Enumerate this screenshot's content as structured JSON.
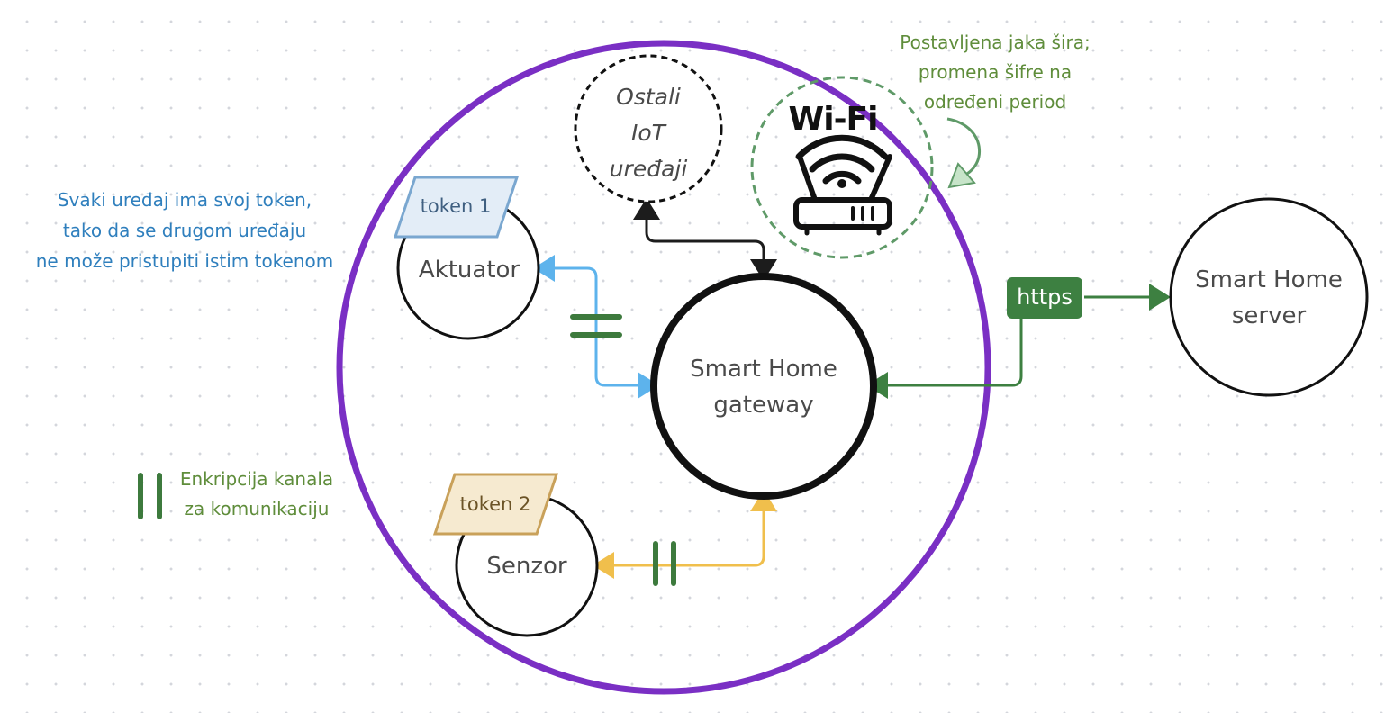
{
  "nodes": {
    "gateway": "Smart Home\ngateway",
    "server": "Smart Home\nserver",
    "actuator": "Aktuator",
    "sensor": "Senzor",
    "other_iot": "Ostali\nIoT\nuređaji",
    "wifi": "Wi-Fi"
  },
  "tokens": {
    "token1": "token 1",
    "token2": "token 2"
  },
  "labels": {
    "https": "https"
  },
  "notes": {
    "token_note": "Svaki uređaj ima svoj token,\ntako da se drugom uređaju\nne može pristupiti istim tokenom",
    "wifi_note": "Postavljena jaka šira;\npromena šifre na\nodređeni period",
    "encryption_legend": "Enkripcija kanala\nza komunikaciju"
  },
  "icons": {
    "router": "wifi-router-icon",
    "encryption": "encryption-bars-icon"
  },
  "colors": {
    "boundary": "#7a2fc4",
    "wifi_ring": "#5f9a68",
    "actuator_link": "#5db3ec",
    "sensor_link": "#f0bf4c",
    "https_link": "#3d8041",
    "encryption": "#3d7a3d",
    "token1_fill": "#e3edf7",
    "token1_stroke": "#7aa7d0",
    "token2_fill": "#f6ead0",
    "token2_stroke": "#c9a15a"
  }
}
